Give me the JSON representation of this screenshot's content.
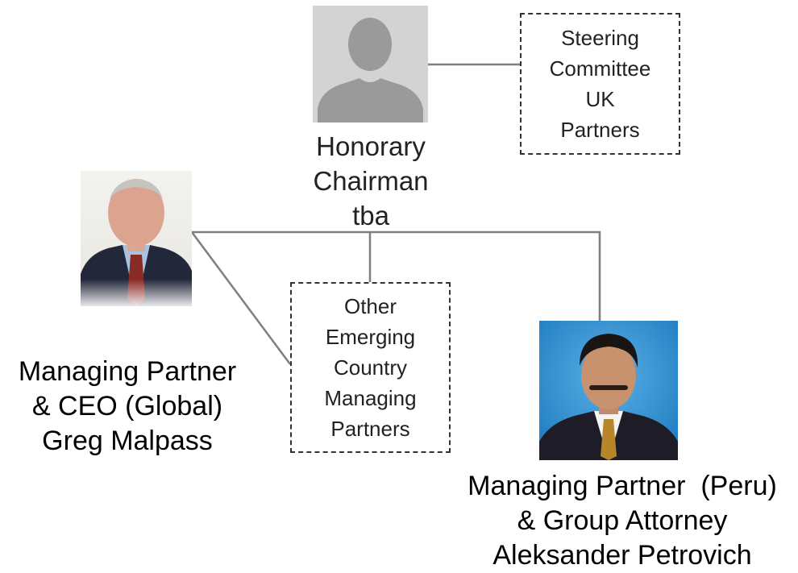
{
  "honorary": {
    "lines": [
      "Honorary",
      "Chairman",
      "tba"
    ],
    "image": "placeholder-person-silhouette"
  },
  "steering": {
    "lines": [
      "Steering",
      "Committee",
      "UK",
      "Partners"
    ]
  },
  "other": {
    "lines": [
      "Other",
      "Emerging",
      "Country",
      "Managing",
      "Partners"
    ]
  },
  "ceo": {
    "lines": [
      "Managing Partner",
      "& CEO (Global)",
      "Greg Malpass"
    ],
    "image": "photo-greg-malpass"
  },
  "peru": {
    "lines": [
      "Managing Partner  (Peru)",
      "& Group Attorney",
      "Aleksander Petrovich"
    ],
    "image": "photo-aleksander-petrovich"
  },
  "colors": {
    "connector": "#7f7f7f",
    "placeholder_bg": "#d3d3d3",
    "placeholder_figure": "#9a9a9a",
    "photo2_bg": "#2b8fd0"
  }
}
